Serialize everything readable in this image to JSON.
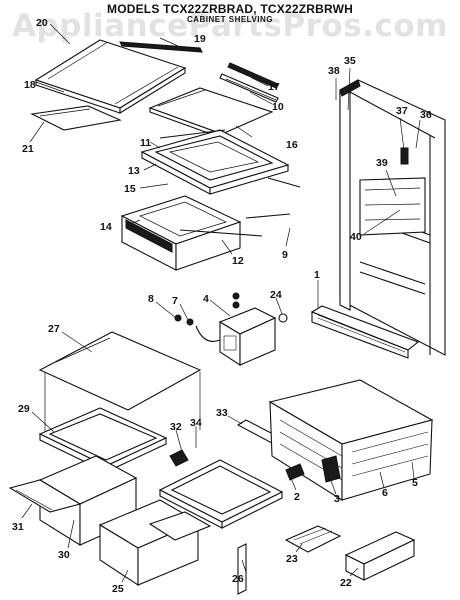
{
  "header": {
    "title": "MODELS TCX22ZRBRAD, TCX22ZRBRWH",
    "subtitle": "CABINET SHELVING",
    "watermark": "AppliancePartsPros.com"
  },
  "callouts": [
    "20",
    "19",
    "18",
    "17",
    "10",
    "16",
    "21",
    "11",
    "13",
    "15",
    "14",
    "12",
    "9",
    "35",
    "38",
    "37",
    "36",
    "39",
    "40",
    "1",
    "8",
    "7",
    "4",
    "24",
    "27",
    "29",
    "32",
    "34",
    "33",
    "2",
    "3",
    "6",
    "5",
    "31",
    "30",
    "25",
    "26",
    "23",
    "22"
  ],
  "colors": {
    "line": "#111111",
    "background": "#ffffff",
    "watermark": "#969696"
  }
}
